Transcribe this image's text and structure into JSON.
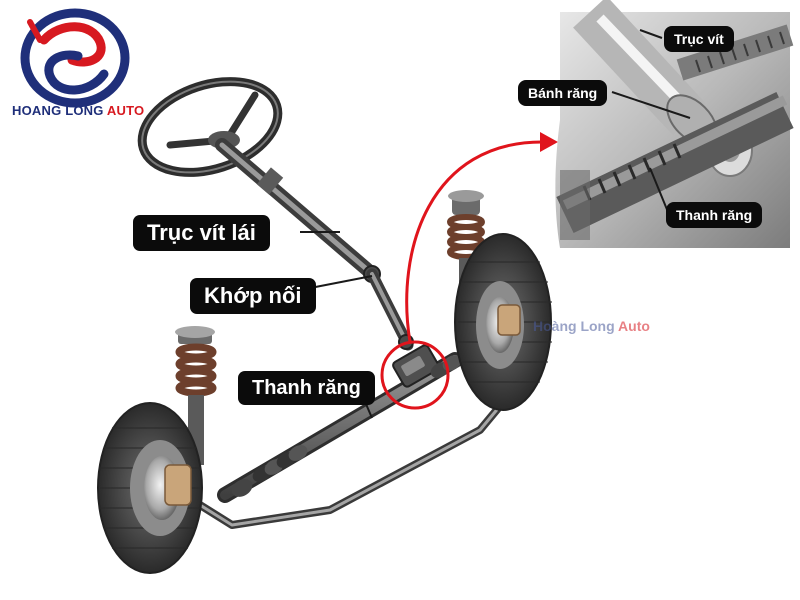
{
  "brand": {
    "name_main": "HOANG LONG",
    "name_accent": "AUTO",
    "color_primary": "#1f2f7a",
    "color_accent": "#d71920"
  },
  "watermark": {
    "main": "Hoàng Long",
    "accent": "Auto"
  },
  "labels": {
    "steering_shaft": "Trục vít lái",
    "joint": "Khớp nối",
    "rack_main": "Thanh răng",
    "inset_shaft": "Trục vít",
    "inset_pinion": "Bánh răng",
    "inset_rack": "Thanh răng"
  },
  "colors": {
    "highlight": "#e0141c",
    "metal_dark": "#4a4a4a",
    "metal_mid": "#8c8c8c",
    "tire": "#3a3a3a",
    "spring_rust": "#7a4a35",
    "caliper": "#c9a57a"
  }
}
